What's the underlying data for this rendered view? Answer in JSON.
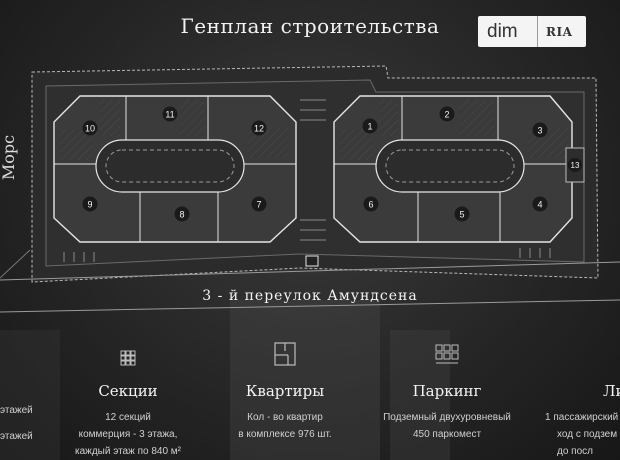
{
  "header": {
    "title": "Генплан строительства"
  },
  "logo": {
    "left": "dim",
    "right": "RIA"
  },
  "map": {
    "street_label": "3 - й переулок Амундсена",
    "left_side_label": "Морс",
    "sections_left": [
      "10",
      "11",
      "12",
      "9",
      "8",
      "7"
    ],
    "sections_right": [
      "1",
      "2",
      "3",
      "6",
      "5",
      "4",
      "13"
    ]
  },
  "info": {
    "col0": {
      "line1": "этажей",
      "line2": "этажей"
    },
    "col1": {
      "title": "Секции",
      "line1": "12 секций",
      "line2": "коммерция - 3 этажа,",
      "line3": "каждый этаж по 840 м²"
    },
    "col2": {
      "title": "Квартиры",
      "line1": "Кол - во квартир",
      "line2": "в комплексе 976 шт."
    },
    "col3": {
      "title": "Паркинг",
      "line1": "Подземный двухуровневый",
      "line2": "450 паркомест"
    },
    "col4": {
      "title": "Ли",
      "line1": "1 пассажирский",
      "line2": "ход с подзем",
      "line3": "до посл"
    }
  },
  "colors": {
    "accent": "#f4f4f4",
    "background": "#262626"
  }
}
